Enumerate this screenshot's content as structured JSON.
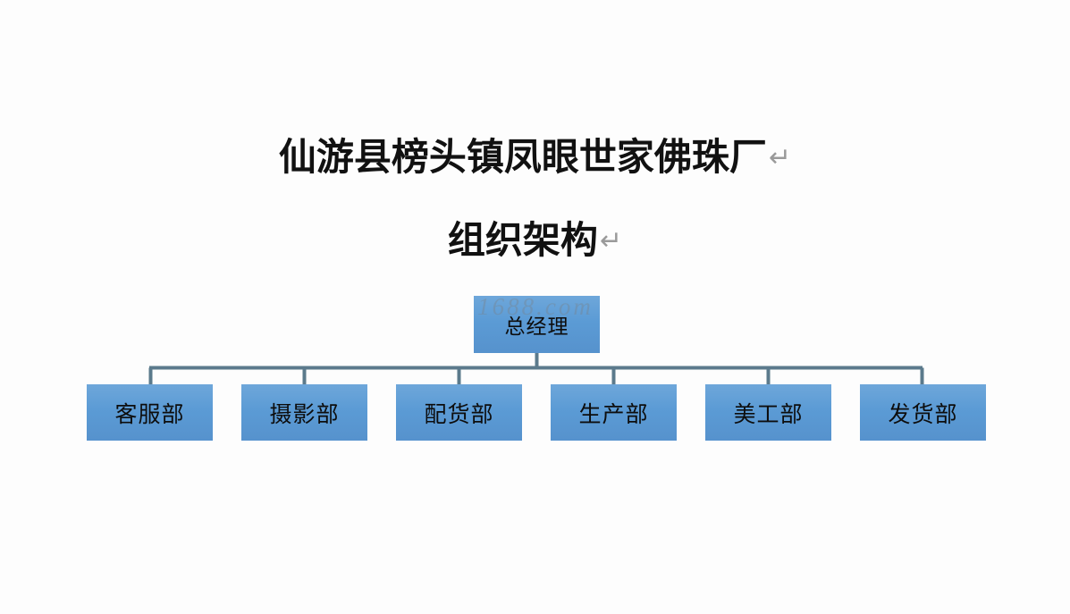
{
  "document": {
    "background_color": "#fdfdfd"
  },
  "title": {
    "line1": "仙游县榜头镇凤眼世家佛珠厂",
    "line1_return_mark": "↵",
    "line2": "组织架构",
    "line2_return_mark": "↵",
    "text_color": "#111111",
    "return_mark_color": "#9a9a9a"
  },
  "watermark": {
    "text": "1688.com"
  },
  "org_chart": {
    "type": "diagram",
    "box_fill_color": "#5b9bd5",
    "connector_color": "#5b7a8c",
    "root": {
      "label": "总经理"
    },
    "departments": [
      {
        "label": "客服部"
      },
      {
        "label": "摄影部"
      },
      {
        "label": "配货部"
      },
      {
        "label": "生产部"
      },
      {
        "label": "美工部"
      },
      {
        "label": "发货部"
      }
    ]
  }
}
